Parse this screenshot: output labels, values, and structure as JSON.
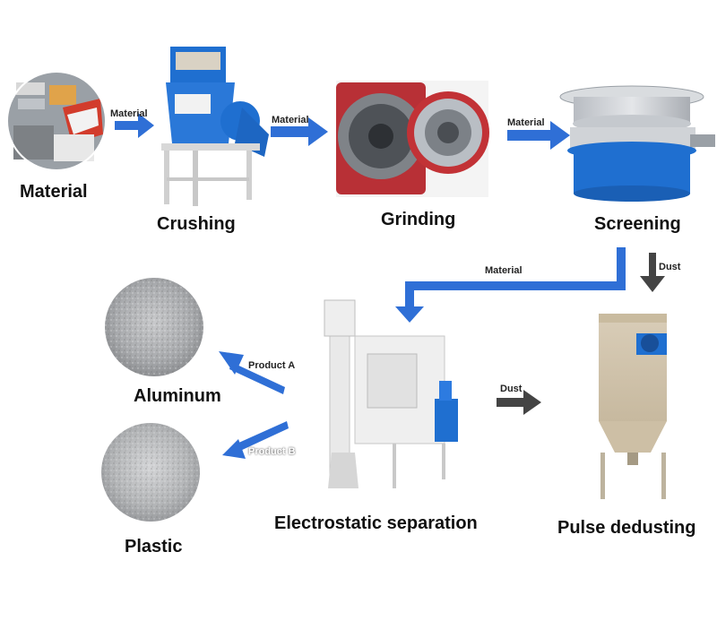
{
  "stages": {
    "material": "Material",
    "crushing": "Crushing",
    "grinding": "Grinding",
    "screening": "Screening",
    "electrostatic": "Electrostatic separation",
    "pulse": "Pulse dedusting",
    "aluminum": "Aluminum",
    "plastic": "Plastic"
  },
  "arrows": {
    "material_to_crushing": "Material",
    "crushing_to_grinding": "Material",
    "grinding_to_screening": "Material",
    "screening_to_separation": "Material",
    "screening_dust": "Dust",
    "separation_dust": "Dust",
    "product_a": "Product A",
    "product_b": "Product B"
  },
  "colors": {
    "arrow_blue": "#2f6fd6",
    "arrow_gray": "#444444",
    "machine_blue": "#1f6fd0",
    "steel": "#c9ccd1"
  }
}
